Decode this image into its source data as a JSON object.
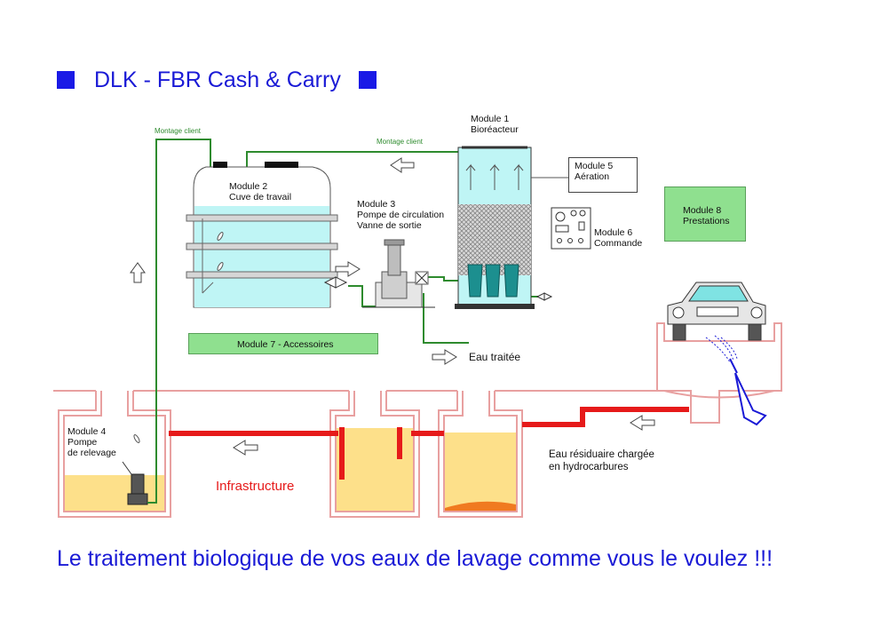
{
  "header": {
    "title": "DLK - FBR Cash & Carry"
  },
  "footer": {
    "slogan": "Le traitement biologique de vos eaux de lavage comme vous le voulez !!!"
  },
  "labels": {
    "montage_client_left": "Montage client",
    "montage_client_top": "Montage client",
    "module1_line1": "Module 1",
    "module1_line2": "Bioréacteur",
    "module2_line1": "Module 2",
    "module2_line2": "Cuve de travail",
    "module3_line1": "Module 3",
    "module3_line2": "Pompe de circulation",
    "module3_line3": "Vanne de sortie",
    "module4_line1": "Module 4",
    "module4_line2": "Pompe",
    "module4_line3": "de relevage",
    "module5_line1": "Module 5",
    "module5_line2": "Aération",
    "module6_line1": "Module 6",
    "module6_line2": "Commande",
    "module7": "Module 7 -  Accessoires",
    "module8_line1": "Module 8",
    "module8_line2": "Prestations",
    "eau_traitee": "Eau traitée",
    "eau_residuaire_line1": "Eau résiduaire chargée",
    "eau_residuaire_line2": "en hydrocarbures",
    "infrastructure": "Infrastructure"
  },
  "colors": {
    "accent_blue": "#1a1ad6",
    "pipe_green": "#2e8b2e",
    "pipe_red": "#e61a1a",
    "ground": "#e8a0a0",
    "water_cyan": "#bff5f5",
    "sludge_yellow": "#fde08a"
  }
}
